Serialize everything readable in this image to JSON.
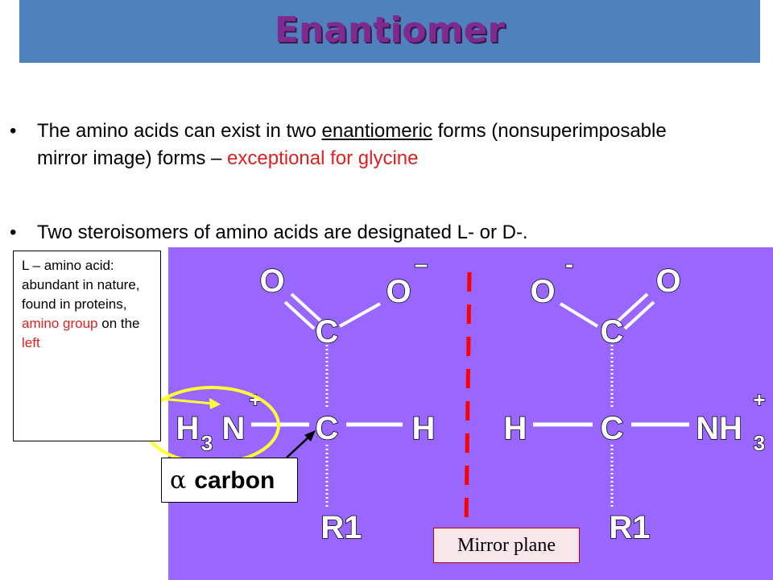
{
  "title": "Enantiomer",
  "bullets": [
    {
      "text_a": "The amino acids can exist in two ",
      "text_u": "enantiomeric",
      "text_b": "  forms (nonsuperimposable mirror image) forms – ",
      "text_red": "exceptional for glycine"
    },
    {
      "text": "Two steroisomers of amino acids are designated L- or D-."
    }
  ],
  "callout": {
    "line1": "L – amino acid: abundant in nature, found in proteins, ",
    "red1": "amino group",
    "line2": " on the ",
    "red2": "left"
  },
  "alpha_label": {
    "symbol": "α",
    "text": "carbon"
  },
  "mirror_label": "Mirror plane",
  "molecule_left": {
    "o1": "O",
    "o2": "O",
    "charge_o": "–",
    "c_top": "C",
    "c_center": "C",
    "h3": "H",
    "sub3": "3",
    "n": "N",
    "plus": "+",
    "h": "H",
    "r": "R1"
  },
  "molecule_right": {
    "o1": "O",
    "o2": "O",
    "charge_o": "-",
    "c_top": "C",
    "c_center": "C",
    "h": "H",
    "nh": "NH",
    "sub3": "3",
    "plus": "+",
    "r": "R1"
  },
  "colors": {
    "title_bar": "#4f81bd",
    "title_text": "#7e2a8e",
    "diagram_bg": "#9966ff",
    "accent_red": "#e02020",
    "mirror_line": "#ff0000",
    "highlight_circle": "#ffff33"
  }
}
